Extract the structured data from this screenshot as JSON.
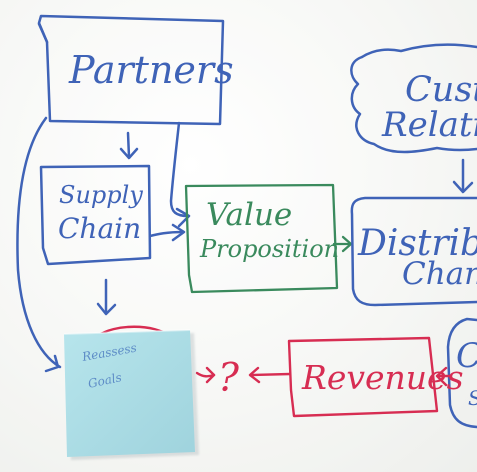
{
  "whiteboard": {
    "boxes": {
      "partners": "Partners",
      "supply_chain_line1": "Supply",
      "supply_chain_line2": "Chain",
      "value_prop_line1": "Value",
      "value_prop_line2": "Proposition",
      "customer_rel_line1": "Custo",
      "customer_rel_line2": "Relatio",
      "distribution_line1": "Distrib",
      "distribution_line2": "Chan",
      "revenues": "Revenues",
      "partial_right_letter": "C",
      "partial_right_letter2": "S"
    },
    "marks": {
      "question": "?"
    },
    "sticky_note": {
      "line1": "Reassess",
      "line2": "Goals",
      "color": "#a9dbe3"
    },
    "colors": {
      "blue_marker": "#3f63b7",
      "green_marker": "#3a8a5d",
      "red_marker": "#d72d52",
      "board": "#f4f5f2"
    }
  }
}
